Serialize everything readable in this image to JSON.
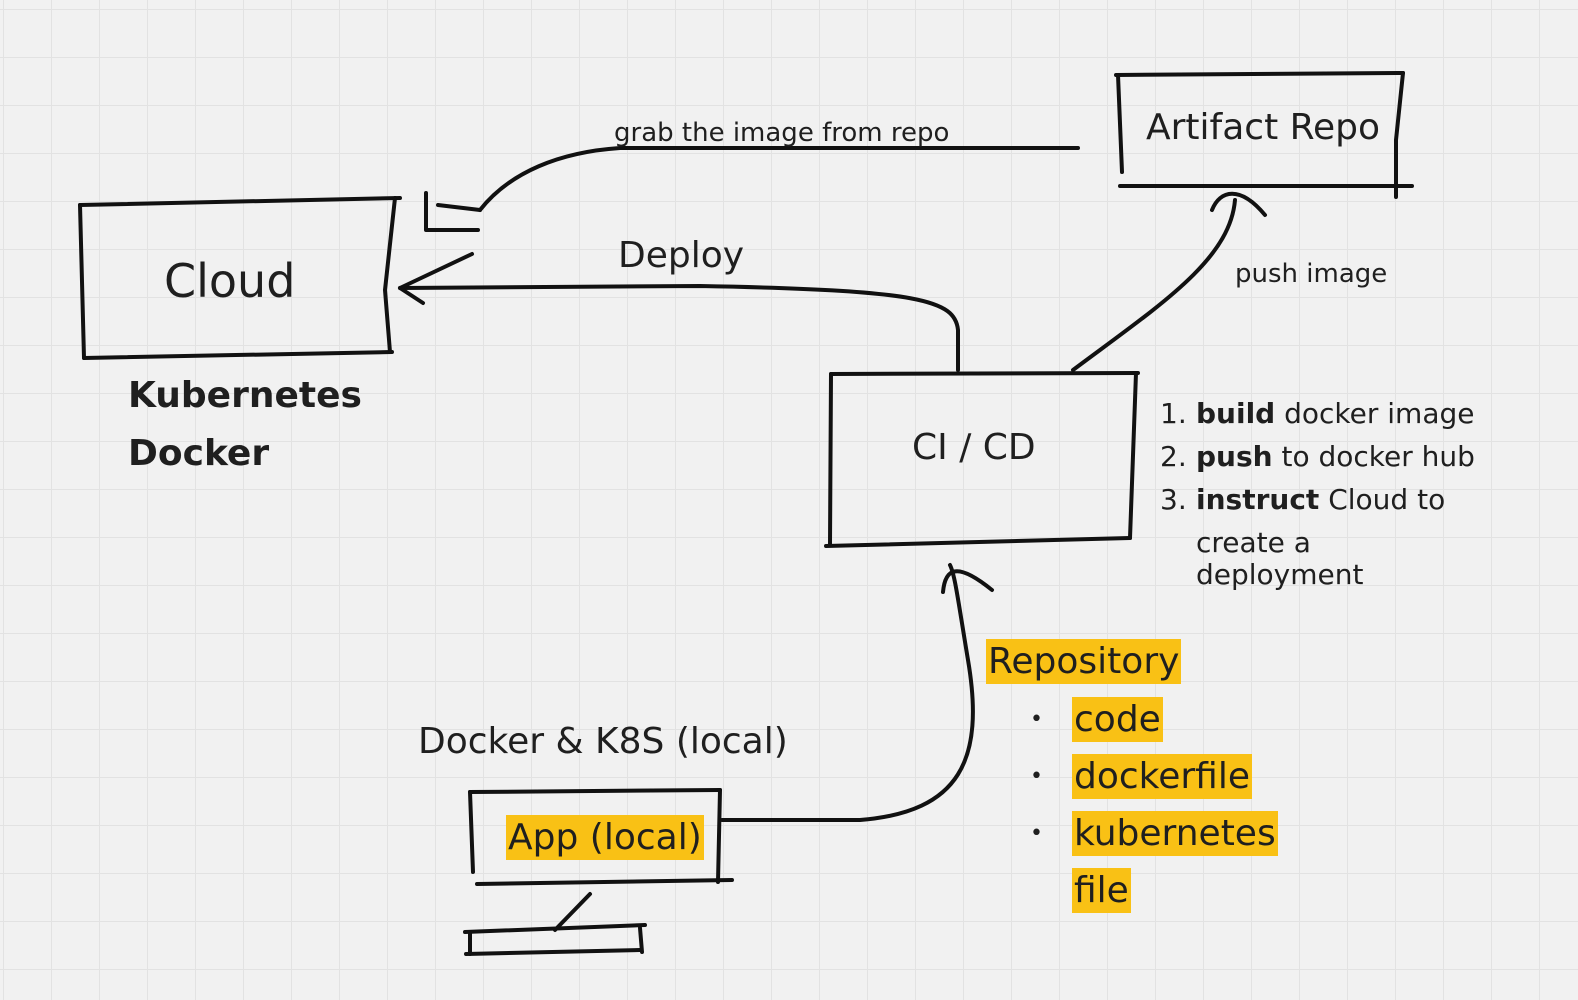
{
  "nodes": {
    "cloud": {
      "label": "Cloud",
      "tech": [
        "Kubernetes",
        "Docker"
      ]
    },
    "artifact_repo": {
      "label": "Artifact Repo"
    },
    "cicd": {
      "label": "CI / CD"
    },
    "local_env": {
      "label": "Docker & K8S (local)"
    },
    "local_app": {
      "label": "App (local)"
    }
  },
  "edges": {
    "grab": {
      "label": "grab the image from repo"
    },
    "deploy": {
      "label": "Deploy"
    },
    "push": {
      "label": "push image"
    }
  },
  "cicd_steps": [
    {
      "num": "1.",
      "bold": "build",
      "rest": "docker image",
      "cont": ""
    },
    {
      "num": "2.",
      "bold": "push",
      "rest": "to docker hub",
      "cont": ""
    },
    {
      "num": "3.",
      "bold": "instruct",
      "rest": "Cloud to",
      "cont": "create a deployment"
    }
  ],
  "repository": {
    "title": "Repository",
    "bullet": "•",
    "items": [
      "code",
      "dockerfile",
      "kubernetes",
      "file"
    ]
  },
  "colors": {
    "highlight": "#f9c115",
    "ink": "#111111",
    "background": "#f1f1f1"
  }
}
